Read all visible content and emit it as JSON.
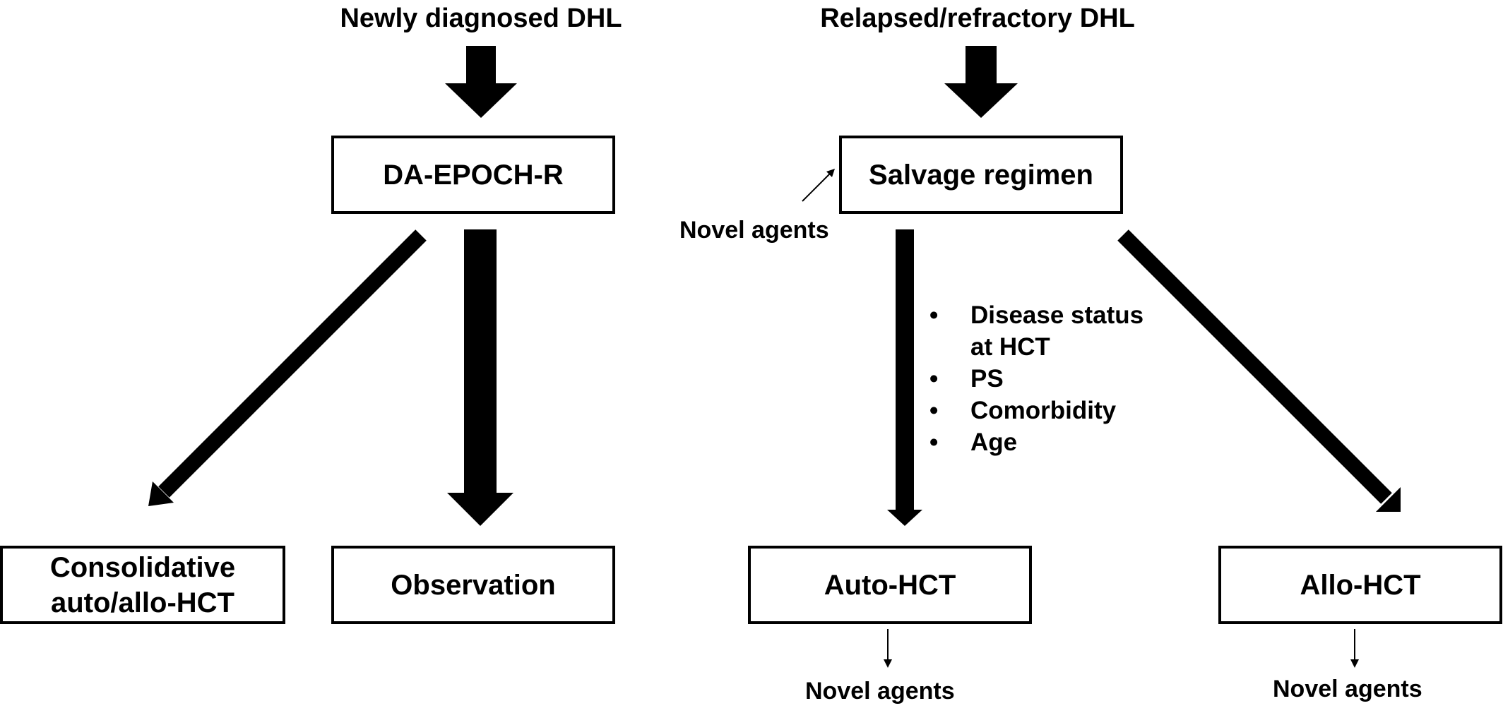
{
  "left": {
    "title": "Newly diagnosed DHL",
    "regimen": "DA-EPOCH-R",
    "outcome_consolidative_line1": "Consolidative",
    "outcome_consolidative_line2": "auto/allo-HCT",
    "outcome_observation": "Observation"
  },
  "right": {
    "title": "Relapsed/refractory DHL",
    "regimen": "Salvage regimen",
    "novel_agents_salvage": "Novel agents",
    "criteria": [
      {
        "bullet": "•",
        "text": "Disease status"
      },
      {
        "bullet": "",
        "text": "at HCT"
      },
      {
        "bullet": "•",
        "text": "PS"
      },
      {
        "bullet": "•",
        "text": "Comorbidity"
      },
      {
        "bullet": "•",
        "text": "Age"
      }
    ],
    "outcome_auto": "Auto-HCT",
    "outcome_allo": "Allo-HCT",
    "novel_agents_auto": "Novel agents",
    "novel_agents_allo": "Novel agents"
  }
}
